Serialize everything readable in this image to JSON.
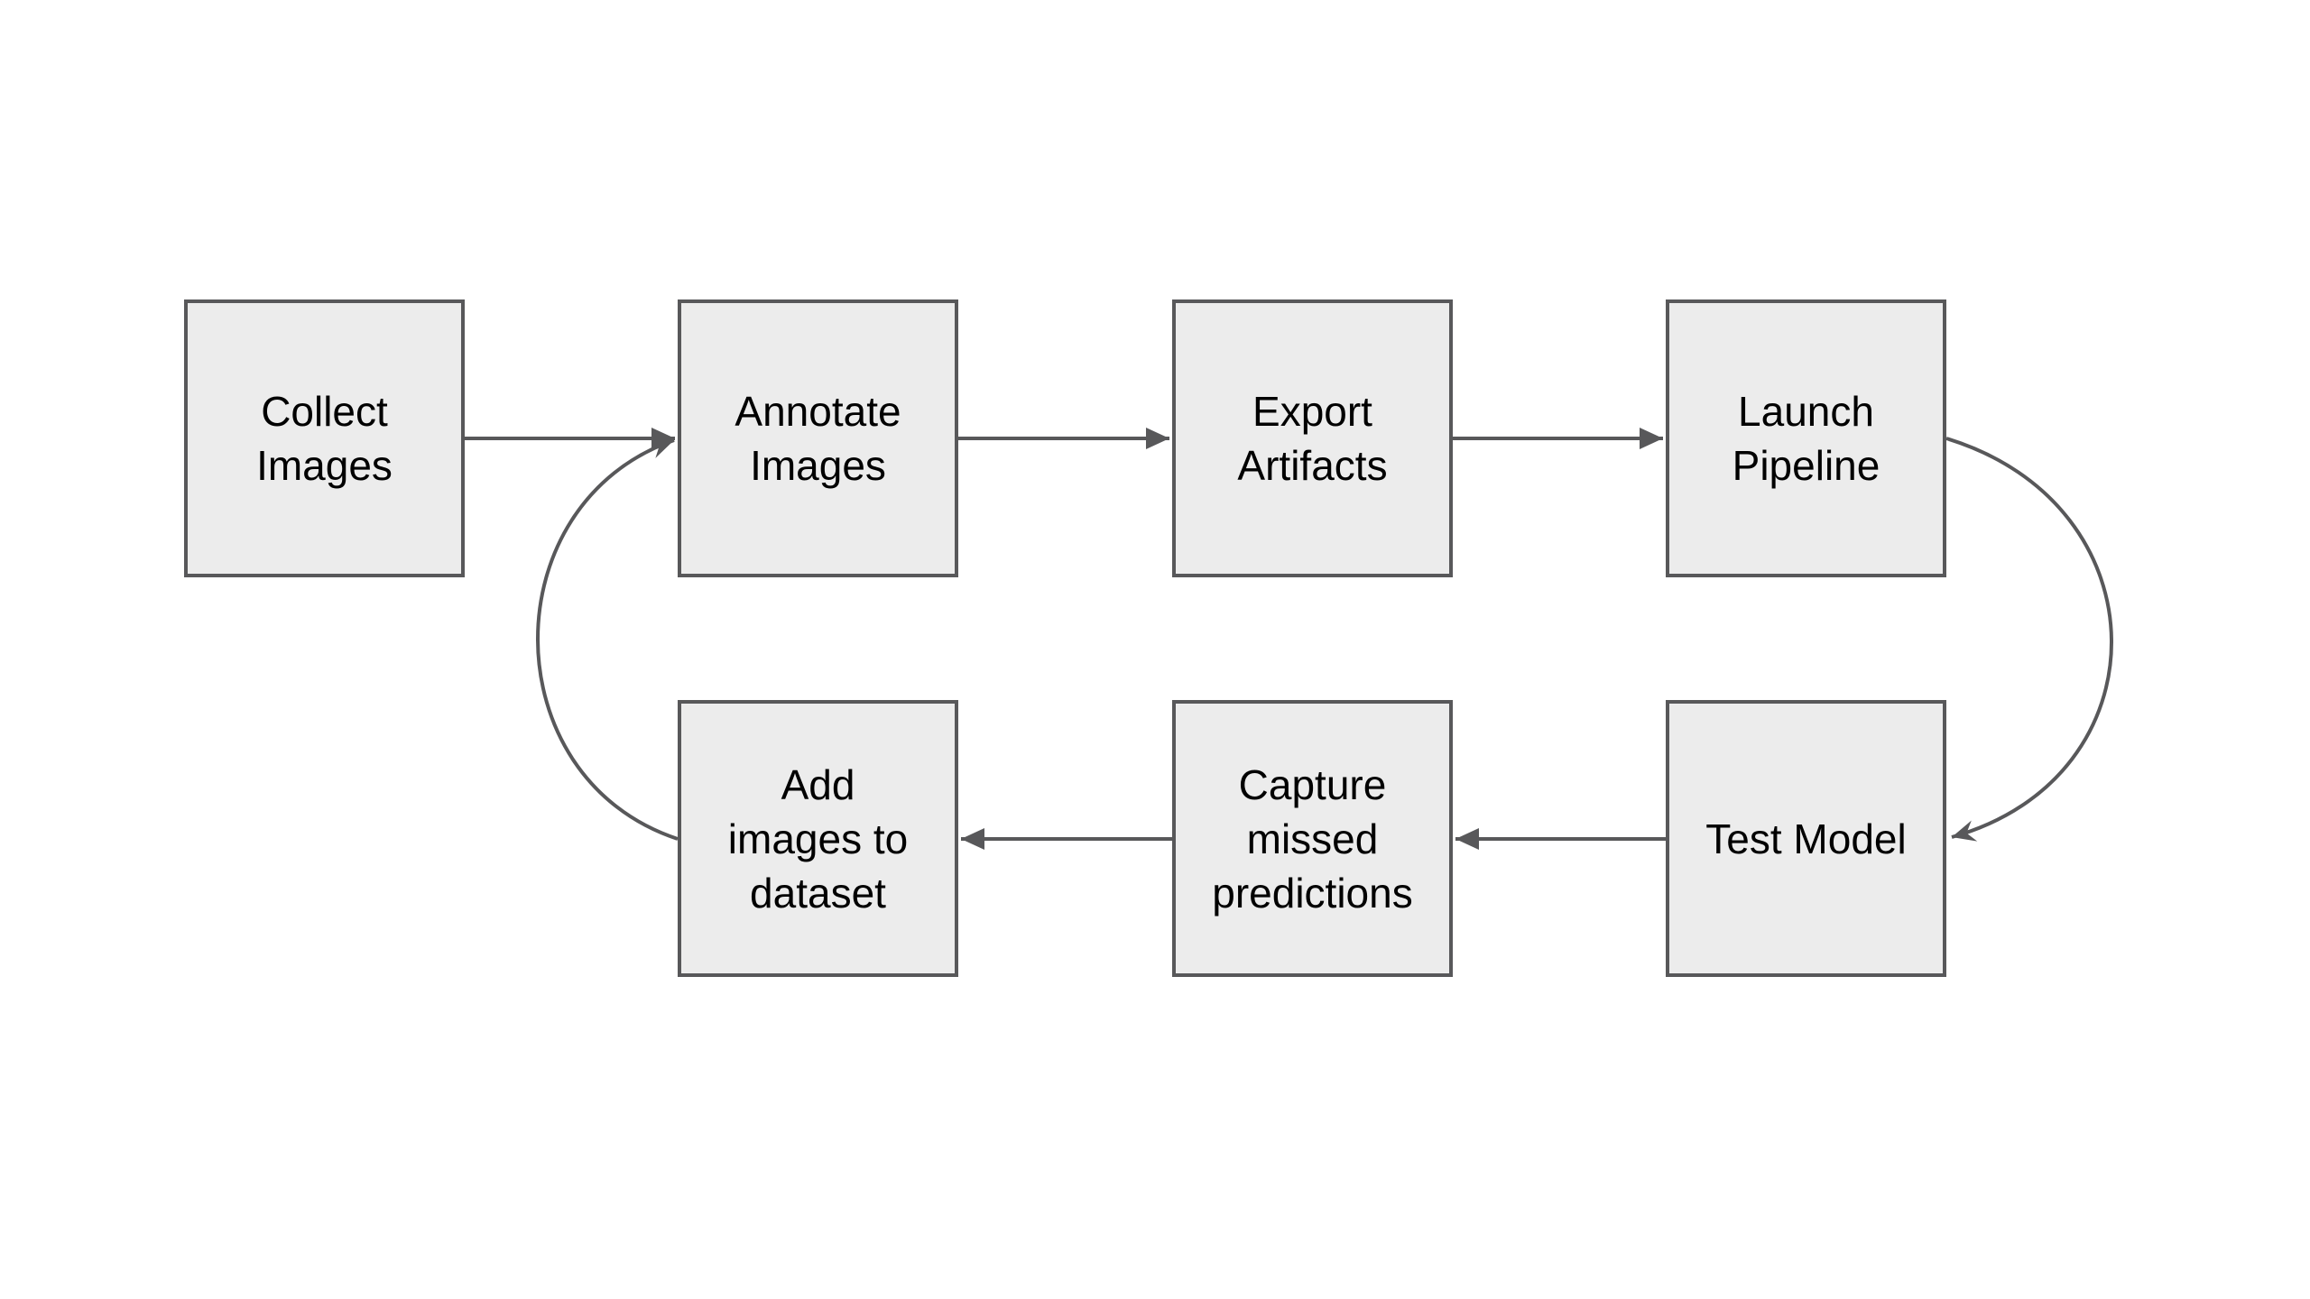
{
  "diagram": {
    "type": "flowchart",
    "background": "#ffffff",
    "style": {
      "node_fill": "#ececec",
      "node_border": "#58585a",
      "connector_color": "#58585a",
      "text_color": "#000000"
    },
    "nodes": [
      {
        "id": "collect-images",
        "label": "Collect Images",
        "lines": [
          "Collect",
          "Images"
        ]
      },
      {
        "id": "annotate-images",
        "label": "Annotate Images",
        "lines": [
          "Annotate",
          "Images"
        ]
      },
      {
        "id": "export-artifacts",
        "label": "Export Artifacts",
        "lines": [
          "Export",
          "Artifacts"
        ]
      },
      {
        "id": "launch-pipeline",
        "label": "Launch Pipeline",
        "lines": [
          "Launch",
          "Pipeline"
        ]
      },
      {
        "id": "add-images",
        "label": "Add images to dataset",
        "lines": [
          "Add",
          "images to",
          "dataset"
        ]
      },
      {
        "id": "capture-missed",
        "label": "Capture missed predictions",
        "lines": [
          "Capture",
          "missed",
          "predictions"
        ]
      },
      {
        "id": "test-model",
        "label": "Test Model",
        "lines": [
          "Test Model"
        ]
      }
    ],
    "edges": [
      {
        "from": "Collect Images",
        "to": "Annotate Images",
        "shape": "straight"
      },
      {
        "from": "Annotate Images",
        "to": "Export Artifacts",
        "shape": "straight"
      },
      {
        "from": "Export Artifacts",
        "to": "Launch Pipeline",
        "shape": "straight"
      },
      {
        "from": "Launch Pipeline",
        "to": "Test Model",
        "shape": "curved-right"
      },
      {
        "from": "Test Model",
        "to": "Capture missed predictions",
        "shape": "straight"
      },
      {
        "from": "Capture missed predictions",
        "to": "Add images to dataset",
        "shape": "straight"
      },
      {
        "from": "Add images to dataset",
        "to": "Annotate Images",
        "shape": "curved-left"
      }
    ]
  }
}
